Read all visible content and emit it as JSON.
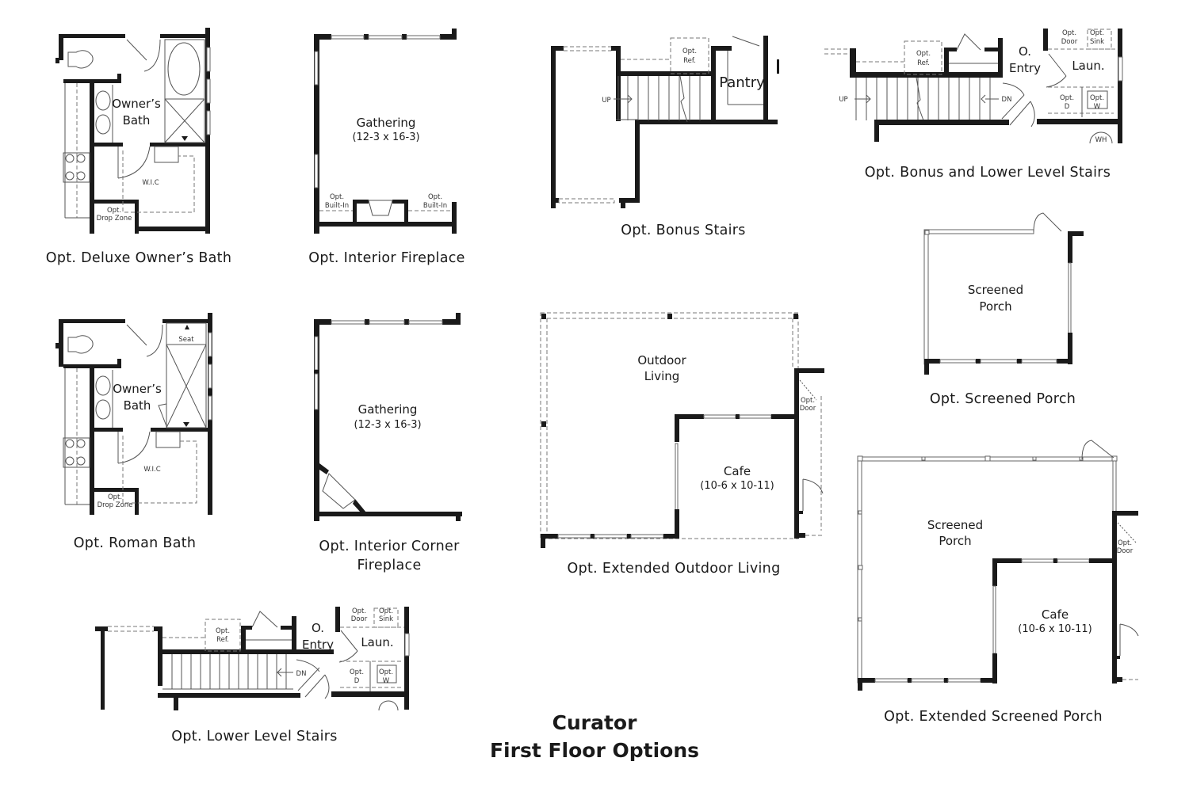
{
  "title": {
    "line1": "Curator",
    "line2": "First Floor Options"
  },
  "options": {
    "deluxe_bath": {
      "caption": "Opt. Deluxe Owner’s Bath",
      "room": "Owner’s",
      "room2": "Bath",
      "wic": "W.I.C",
      "drop1": "Opt.",
      "drop2": "Drop Zone"
    },
    "interior_fireplace": {
      "caption": "Opt. Interior Fireplace",
      "room": "Gathering",
      "dims": "(12-3 x 16-3)",
      "builtin1": "Opt.",
      "builtin2": "Built-In"
    },
    "bonus_stairs": {
      "caption": "Opt. Bonus Stairs",
      "up": "UP",
      "ref1": "Opt.",
      "ref2": "Ref.",
      "pantry": "Pantry"
    },
    "bonus_lower_stairs": {
      "caption": "Opt. Bonus and Lower Level Stairs",
      "up": "UP",
      "dn": "DN",
      "ref1": "Opt.",
      "ref2": "Ref.",
      "entry1": "O.",
      "entry2": "Entry",
      "laun": "Laun.",
      "door1": "Opt.",
      "door2": "Door",
      "sink1": "Opt.",
      "sink2": "Sink",
      "d1": "Opt.",
      "d2": "D",
      "w1": "Opt.",
      "w2": "W",
      "wh": "WH"
    },
    "screened_porch": {
      "caption": "Opt. Screened Porch",
      "room1": "Screened",
      "room2": "Porch"
    },
    "roman_bath": {
      "caption": "Opt. Roman Bath",
      "room": "Owner’s",
      "room2": "Bath",
      "seat": "Seat",
      "wic": "W.I.C",
      "drop1": "Opt.",
      "drop2": "Drop Zone"
    },
    "corner_fireplace": {
      "caption1": "Opt. Interior Corner",
      "caption2": "Fireplace",
      "room": "Gathering",
      "dims": "(12-3 x 16-3)"
    },
    "extended_outdoor": {
      "caption": "Opt. Extended Outdoor Living",
      "room1": "Outdoor",
      "room2": "Living",
      "cafe": "Cafe",
      "cafe_dims": "(10-6 x 10-11)",
      "door1": "Opt.",
      "door2": "Door"
    },
    "lower_stairs": {
      "caption": "Opt. Lower Level Stairs",
      "dn": "DN",
      "ref1": "Opt.",
      "ref2": "Ref.",
      "entry1": "O.",
      "entry2": "Entry",
      "laun": "Laun.",
      "door1": "Opt.",
      "door2": "Door",
      "sink1": "Opt.",
      "sink2": "Sink",
      "d1": "Opt.",
      "d2": "D",
      "w1": "Opt.",
      "w2": "W"
    },
    "extended_screened": {
      "caption": "Opt. Extended Screened Porch",
      "room1": "Screened",
      "room2": "Porch",
      "cafe": "Cafe",
      "cafe_dims": "(10-6 x 10-11)",
      "door1": "Opt.",
      "door2": "Door"
    }
  }
}
